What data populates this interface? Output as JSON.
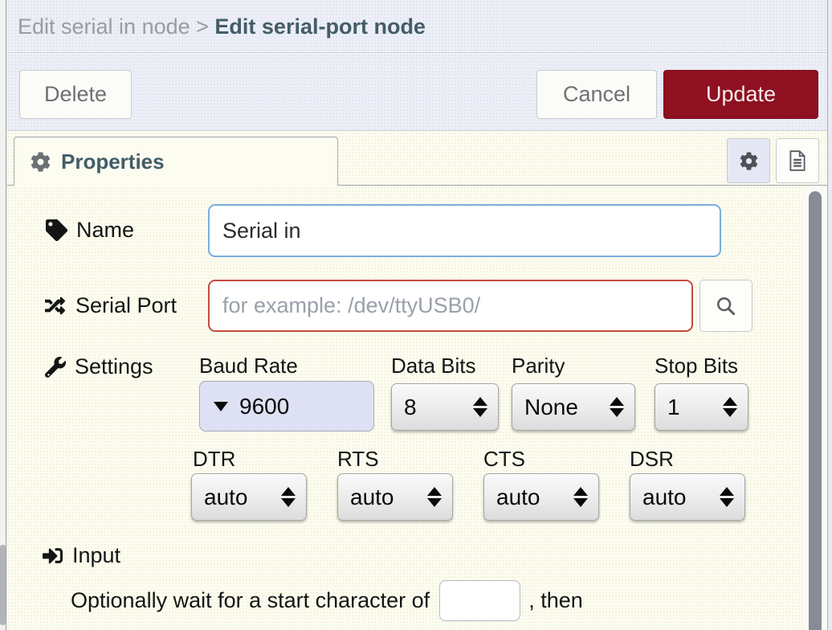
{
  "header": {
    "breadcrumb": {
      "parent": "Edit serial in node ",
      "separator": "> ",
      "current": "Edit serial-port node"
    }
  },
  "toolbar": {
    "delete_label": "Delete",
    "cancel_label": "Cancel",
    "update_label": "Update"
  },
  "tabbar": {
    "properties_label": "Properties",
    "icon_buttons": [
      "properties-gear",
      "description-doc"
    ]
  },
  "form": {
    "name": {
      "label": "Name",
      "value": "Serial in"
    },
    "serial_port": {
      "label": "Serial Port",
      "placeholder": "for example: /dev/ttyUSB0/"
    },
    "settings": {
      "label": "Settings",
      "baud_label": "Baud Rate",
      "baud_value": "9600",
      "databits_label": "Data Bits",
      "databits_value": "8",
      "parity_label": "Parity",
      "parity_value": "None",
      "stopbits_label": "Stop Bits",
      "stopbits_value": "1",
      "dtr_label": "DTR",
      "dtr_value": "auto",
      "rts_label": "RTS",
      "rts_value": "auto",
      "cts_label": "CTS",
      "cts_value": "auto",
      "dsr_label": "DSR",
      "dsr_value": "auto"
    },
    "input_section": {
      "label": "Input",
      "text_before": "Optionally wait for a start character of",
      "char_value": "",
      "text_after": ", then"
    }
  },
  "colors": {
    "update_button": "#8e1021",
    "heading_text": "#435d68",
    "name_input_border": "#79aede",
    "serial_input_border": "#c54a40",
    "baud_dropdown_bg": "#dde1f3",
    "body_background": "#fcfcf1",
    "header_background": "#edeff7"
  }
}
